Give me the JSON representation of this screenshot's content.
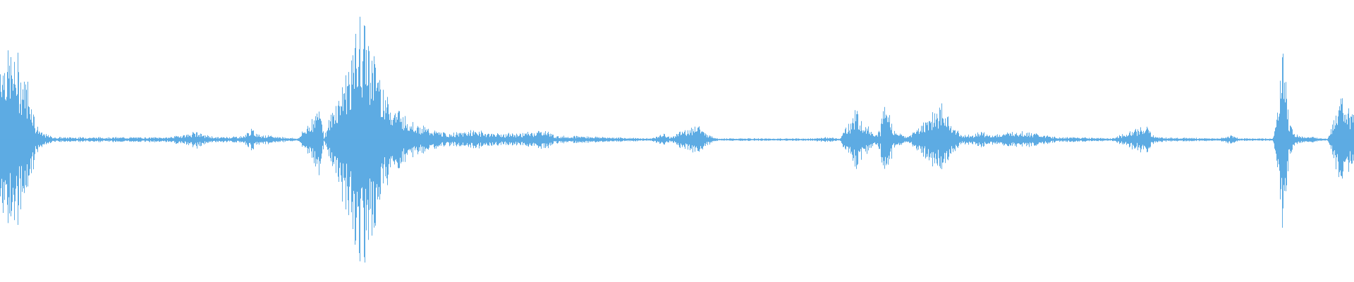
{
  "waveform": {
    "color": "#5dabe3",
    "background": "#ffffff",
    "peak_envelope": [
      [
        0.0,
        0.8
      ],
      [
        0.008,
        0.75
      ],
      [
        0.016,
        0.6
      ],
      [
        0.022,
        0.45
      ],
      [
        0.026,
        0.15
      ],
      [
        0.03,
        0.06
      ],
      [
        0.04,
        0.02
      ],
      [
        0.12,
        0.02
      ],
      [
        0.123,
        0.02
      ],
      [
        0.14,
        0.05
      ],
      [
        0.145,
        0.07
      ],
      [
        0.15,
        0.04
      ],
      [
        0.16,
        0.02
      ],
      [
        0.18,
        0.03
      ],
      [
        0.185,
        0.09
      ],
      [
        0.19,
        0.05
      ],
      [
        0.2,
        0.03
      ],
      [
        0.22,
        0.01
      ],
      [
        0.237,
        0.3
      ],
      [
        0.239,
        0.02
      ],
      [
        0.26,
        0.75
      ],
      [
        0.265,
        0.98
      ],
      [
        0.27,
        0.95
      ],
      [
        0.275,
        0.82
      ],
      [
        0.28,
        0.6
      ],
      [
        0.285,
        0.4
      ],
      [
        0.29,
        0.3
      ],
      [
        0.295,
        0.25
      ],
      [
        0.3,
        0.2
      ],
      [
        0.31,
        0.12
      ],
      [
        0.32,
        0.08
      ],
      [
        0.33,
        0.05
      ],
      [
        0.34,
        0.06
      ],
      [
        0.35,
        0.08
      ],
      [
        0.36,
        0.06
      ],
      [
        0.37,
        0.05
      ],
      [
        0.38,
        0.05
      ],
      [
        0.39,
        0.06
      ],
      [
        0.4,
        0.08
      ],
      [
        0.405,
        0.07
      ],
      [
        0.41,
        0.03
      ],
      [
        0.43,
        0.03
      ],
      [
        0.45,
        0.02
      ],
      [
        0.48,
        0.01
      ],
      [
        0.49,
        0.05
      ],
      [
        0.495,
        0.02
      ],
      [
        0.515,
        0.14
      ],
      [
        0.52,
        0.06
      ],
      [
        0.53,
        0.01
      ],
      [
        0.6,
        0.01
      ],
      [
        0.61,
        0.02
      ],
      [
        0.62,
        0.01
      ],
      [
        0.632,
        0.25
      ],
      [
        0.636,
        0.2
      ],
      [
        0.64,
        0.12
      ],
      [
        0.645,
        0.06
      ],
      [
        0.65,
        0.08
      ],
      [
        0.652,
        0.3
      ],
      [
        0.656,
        0.25
      ],
      [
        0.66,
        0.08
      ],
      [
        0.665,
        0.05
      ],
      [
        0.67,
        0.02
      ],
      [
        0.69,
        0.25
      ],
      [
        0.695,
        0.28
      ],
      [
        0.7,
        0.2
      ],
      [
        0.705,
        0.1
      ],
      [
        0.71,
        0.04
      ],
      [
        0.72,
        0.05
      ],
      [
        0.725,
        0.07
      ],
      [
        0.73,
        0.04
      ],
      [
        0.74,
        0.05
      ],
      [
        0.75,
        0.07
      ],
      [
        0.76,
        0.06
      ],
      [
        0.77,
        0.04
      ],
      [
        0.78,
        0.02
      ],
      [
        0.8,
        0.02
      ],
      [
        0.82,
        0.01
      ],
      [
        0.847,
        0.12
      ],
      [
        0.85,
        0.05
      ],
      [
        0.855,
        0.02
      ],
      [
        0.9,
        0.01
      ],
      [
        0.91,
        0.04
      ],
      [
        0.915,
        0.01
      ],
      [
        0.94,
        0.01
      ],
      [
        0.948,
        0.82
      ],
      [
        0.951,
        0.25
      ],
      [
        0.955,
        0.06
      ],
      [
        0.96,
        0.03
      ],
      [
        0.97,
        0.02
      ],
      [
        0.98,
        0.01
      ],
      [
        0.99,
        0.35
      ],
      [
        0.995,
        0.25
      ],
      [
        1.0,
        0.2
      ]
    ]
  }
}
